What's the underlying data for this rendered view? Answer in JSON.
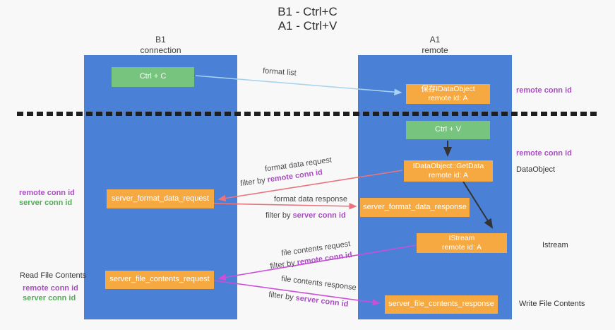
{
  "title": {
    "line1": "B1 - Ctrl+C",
    "line2": "A1 - Ctrl+V"
  },
  "lifelines": {
    "left": {
      "name": "B1",
      "role": "connection"
    },
    "right": {
      "name": "A1",
      "role": "remote"
    }
  },
  "boxes": {
    "ctrl_c": "Ctrl + C",
    "save_dataobject": [
      "保存IDataObject",
      "remote id: A"
    ],
    "ctrl_v": "Ctrl + V",
    "getdata": [
      "IDataObject::GetData",
      "remote id: A"
    ],
    "istream": [
      "IStream",
      "remote id: A"
    ],
    "format_request": "server_format_data_request",
    "format_response": "server_format_data_response",
    "file_request": "server_file_contents_request",
    "file_response": "server_file_contents_response"
  },
  "arrow_labels": {
    "format_list": "format list",
    "format_data_request": "format data request",
    "format_data_response": "format data response",
    "file_contents_request": "file contents request",
    "file_contents_response": "file contents response",
    "filter_by": "filter by ",
    "remote_conn_id": "remote conn id",
    "server_conn_id": "server conn id"
  },
  "side_labels": {
    "remote_conn_id": "remote conn id",
    "server_conn_id": "server conn id",
    "dataobject": "DataObject",
    "istream": "Istream",
    "read_file_contents": "Read File Contents",
    "write_file_contents": "Write File Contents"
  },
  "colors": {
    "lifeline_blue": "#4a80d6",
    "box_green": "#77c47e",
    "box_orange": "#f7a941",
    "purple_text": "#a94fc0",
    "green_text": "#56ab5a",
    "arrow_blue": "#a8d3f0",
    "arrow_salmon": "#e8757e",
    "arrow_magenta": "#cb4fd8",
    "arrow_black": "#333333"
  }
}
